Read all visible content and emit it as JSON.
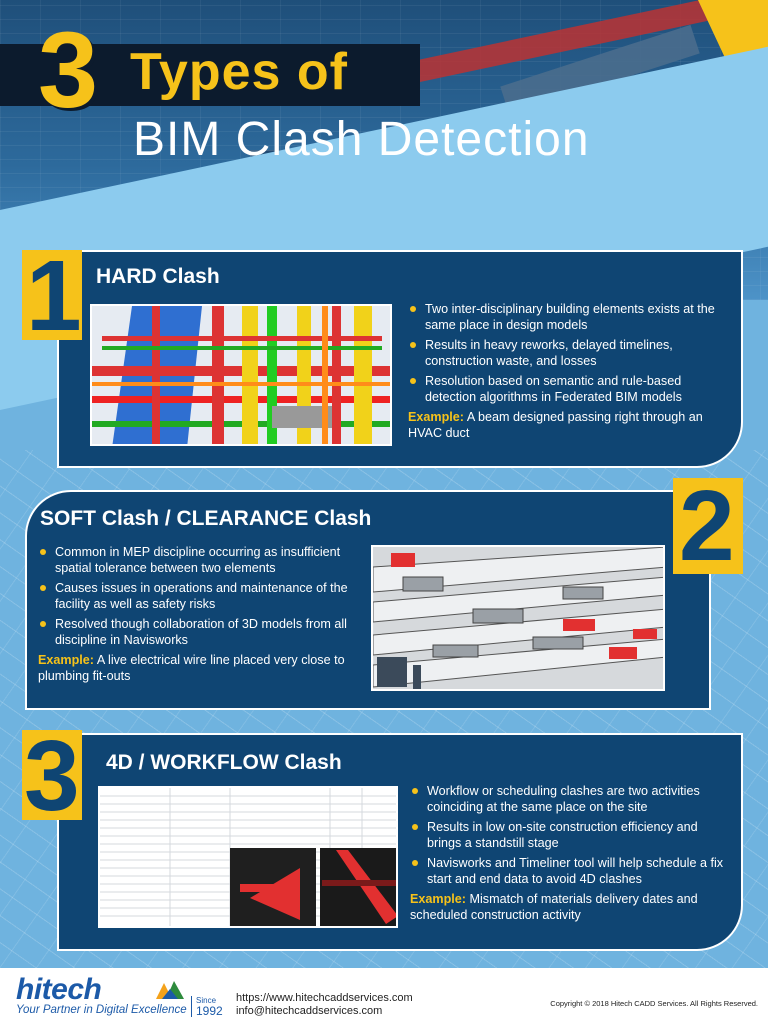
{
  "header": {
    "number": "3",
    "line1": "Types of",
    "line2": "BIM Clash Detection"
  },
  "sections": [
    {
      "number": "1",
      "title": "HARD Clash",
      "bullets": [
        "Two inter-disciplinary building elements exists at the same place in design models",
        "Results in heavy reworks, delayed timelines, construction waste, and losses",
        "Resolution based on semantic and rule-based detection algorithms in Federated BIM models"
      ],
      "example_label": "Example:",
      "example_text": "A beam designed passing right through an HVAC duct"
    },
    {
      "number": "2",
      "title": "SOFT Clash / CLEARANCE Clash",
      "bullets": [
        "Common in MEP discipline occurring as insufficient spatial tolerance between two elements",
        "Causes issues in operations and maintenance of the facility as well as safety risks",
        "Resolved though collaboration of 3D models from all discipline in Navisworks"
      ],
      "example_label": "Example:",
      "example_text": "A live electrical wire line placed very close to plumbing fit-outs"
    },
    {
      "number": "3",
      "title": "4D / WORKFLOW Clash",
      "bullets": [
        "Workflow or scheduling clashes are two activities coinciding at the same place on the site",
        "Results in low on-site construction efficiency and brings a standstill stage",
        "Navisworks and Timeliner tool will help schedule a fix start and end data to avoid 4D clashes"
      ],
      "example_label": "Example:",
      "example_text": "Mismatch of materials delivery dates and scheduled construction activity"
    }
  ],
  "footer": {
    "logo_text": "hitech",
    "tagline": "Your Partner in Digital Excellence",
    "since_label": "Since",
    "since_year": "1992",
    "website": "https://www.hitechcaddservices.com",
    "email": "info@hitechcaddservices.com",
    "copyright": "Copyright © 2018 Hitech CADD Services. All Rights Reserved."
  },
  "colors": {
    "navy": "#0f4573",
    "yellow": "#f6c21a",
    "sky": "#6fb3df"
  }
}
